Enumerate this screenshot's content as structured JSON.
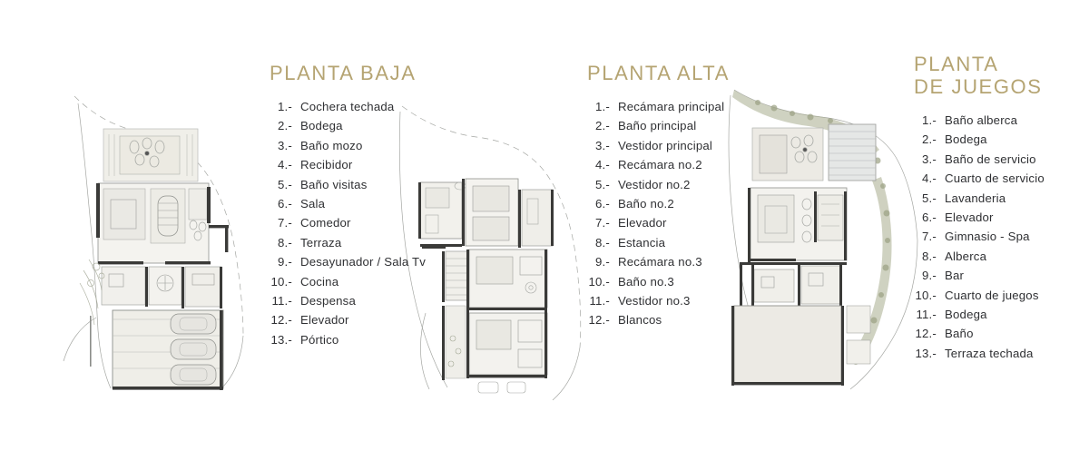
{
  "palette": {
    "title_gold": "#b5a472",
    "body_text": "#2f3033",
    "background": "#ffffff",
    "wall_dark": "#3a3a38",
    "wall_mid": "#7d7d79",
    "line_light": "#b9bbb8",
    "terrain_line": "#9a9c98",
    "floor_fill": "#f2f1ed",
    "room_fill": "#e8e7e2",
    "vegetation": "#a8ad8e",
    "pool_fill": "#e3e5e4",
    "paving_fill": "#ebeae4"
  },
  "sheet": {
    "type": "architectural-floor-plans",
    "plan_count": 3
  },
  "plans": [
    {
      "id": "planta-baja",
      "title": "PLANTA BAJA",
      "title_lines": [
        "PLANTA BAJA"
      ],
      "items": [
        {
          "num": "1.-",
          "label": "Cochera techada"
        },
        {
          "num": "2.-",
          "label": "Bodega"
        },
        {
          "num": "3.-",
          "label": "Baño mozo"
        },
        {
          "num": "4.-",
          "label": "Recibidor"
        },
        {
          "num": "5.-",
          "label": "Baño visitas"
        },
        {
          "num": "6.-",
          "label": "Sala"
        },
        {
          "num": "7.-",
          "label": "Comedor"
        },
        {
          "num": "8.-",
          "label": "Terraza"
        },
        {
          "num": "9.-",
          "label": "Desayunador  /  Sala Tv"
        },
        {
          "num": "10.-",
          "label": "Cocina"
        },
        {
          "num": "11.-",
          "label": "Despensa"
        },
        {
          "num": "12.-",
          "label": "Elevador"
        },
        {
          "num": "13.-",
          "label": "Pórtico"
        }
      ],
      "drawing_features": [
        "terrain-contour-line",
        "upper-terrace-with-planters",
        "living-dining-zone",
        "stair-core",
        "three-car-garage",
        "vertical-edge-label"
      ],
      "car_bays": 3
    },
    {
      "id": "planta-alta",
      "title": "PLANTA ALTA",
      "title_lines": [
        "PLANTA ALTA"
      ],
      "items": [
        {
          "num": "1.-",
          "label": "Recámara principal"
        },
        {
          "num": "2.-",
          "label": "Baño principal"
        },
        {
          "num": "3.-",
          "label": "Vestidor principal"
        },
        {
          "num": "4.-",
          "label": "Recámara no.2"
        },
        {
          "num": "5.-",
          "label": "Vestidor no.2"
        },
        {
          "num": "6.-",
          "label": "Baño no.2"
        },
        {
          "num": "7.-",
          "label": "Elevador"
        },
        {
          "num": "8.-",
          "label": "Estancia"
        },
        {
          "num": "9.-",
          "label": "Recámara no.3"
        },
        {
          "num": "10.-",
          "label": "Baño no.3"
        },
        {
          "num": "11.-",
          "label": "Vestidor no.3"
        },
        {
          "num": "12.-",
          "label": "Blancos"
        }
      ],
      "drawing_features": [
        "terrain-contour-line",
        "master-bedroom-suite",
        "secondary-bedrooms",
        "stair-core",
        "corridor-spine"
      ]
    },
    {
      "id": "planta-de-juegos",
      "title": "PLANTA DE JUEGOS",
      "title_lines": [
        "PLANTA",
        "DE JUEGOS"
      ],
      "items": [
        {
          "num": "1.-",
          "label": "Baño alberca"
        },
        {
          "num": "2.-",
          "label": "Bodega"
        },
        {
          "num": "3.-",
          "label": "Baño de servicio"
        },
        {
          "num": "4.-",
          "label": "Cuarto de servicio"
        },
        {
          "num": "5.-",
          "label": "Lavanderia"
        },
        {
          "num": "6.-",
          "label": "Elevador"
        },
        {
          "num": "7.-",
          "label": "Gimnasio - Spa"
        },
        {
          "num": "8.-",
          "label": "Alberca"
        },
        {
          "num": "9.-",
          "label": "Bar"
        },
        {
          "num": "10.-",
          "label": "Cuarto de juegos"
        },
        {
          "num": "11.-",
          "label": "Bodega"
        },
        {
          "num": "12.-",
          "label": "Baño"
        },
        {
          "num": "13.-",
          "label": "Terraza techada"
        }
      ],
      "drawing_features": [
        "terrain-contour-line",
        "swimming-pool",
        "covered-terrace",
        "vegetation-strip",
        "game-room",
        "service-rooms"
      ]
    }
  ]
}
